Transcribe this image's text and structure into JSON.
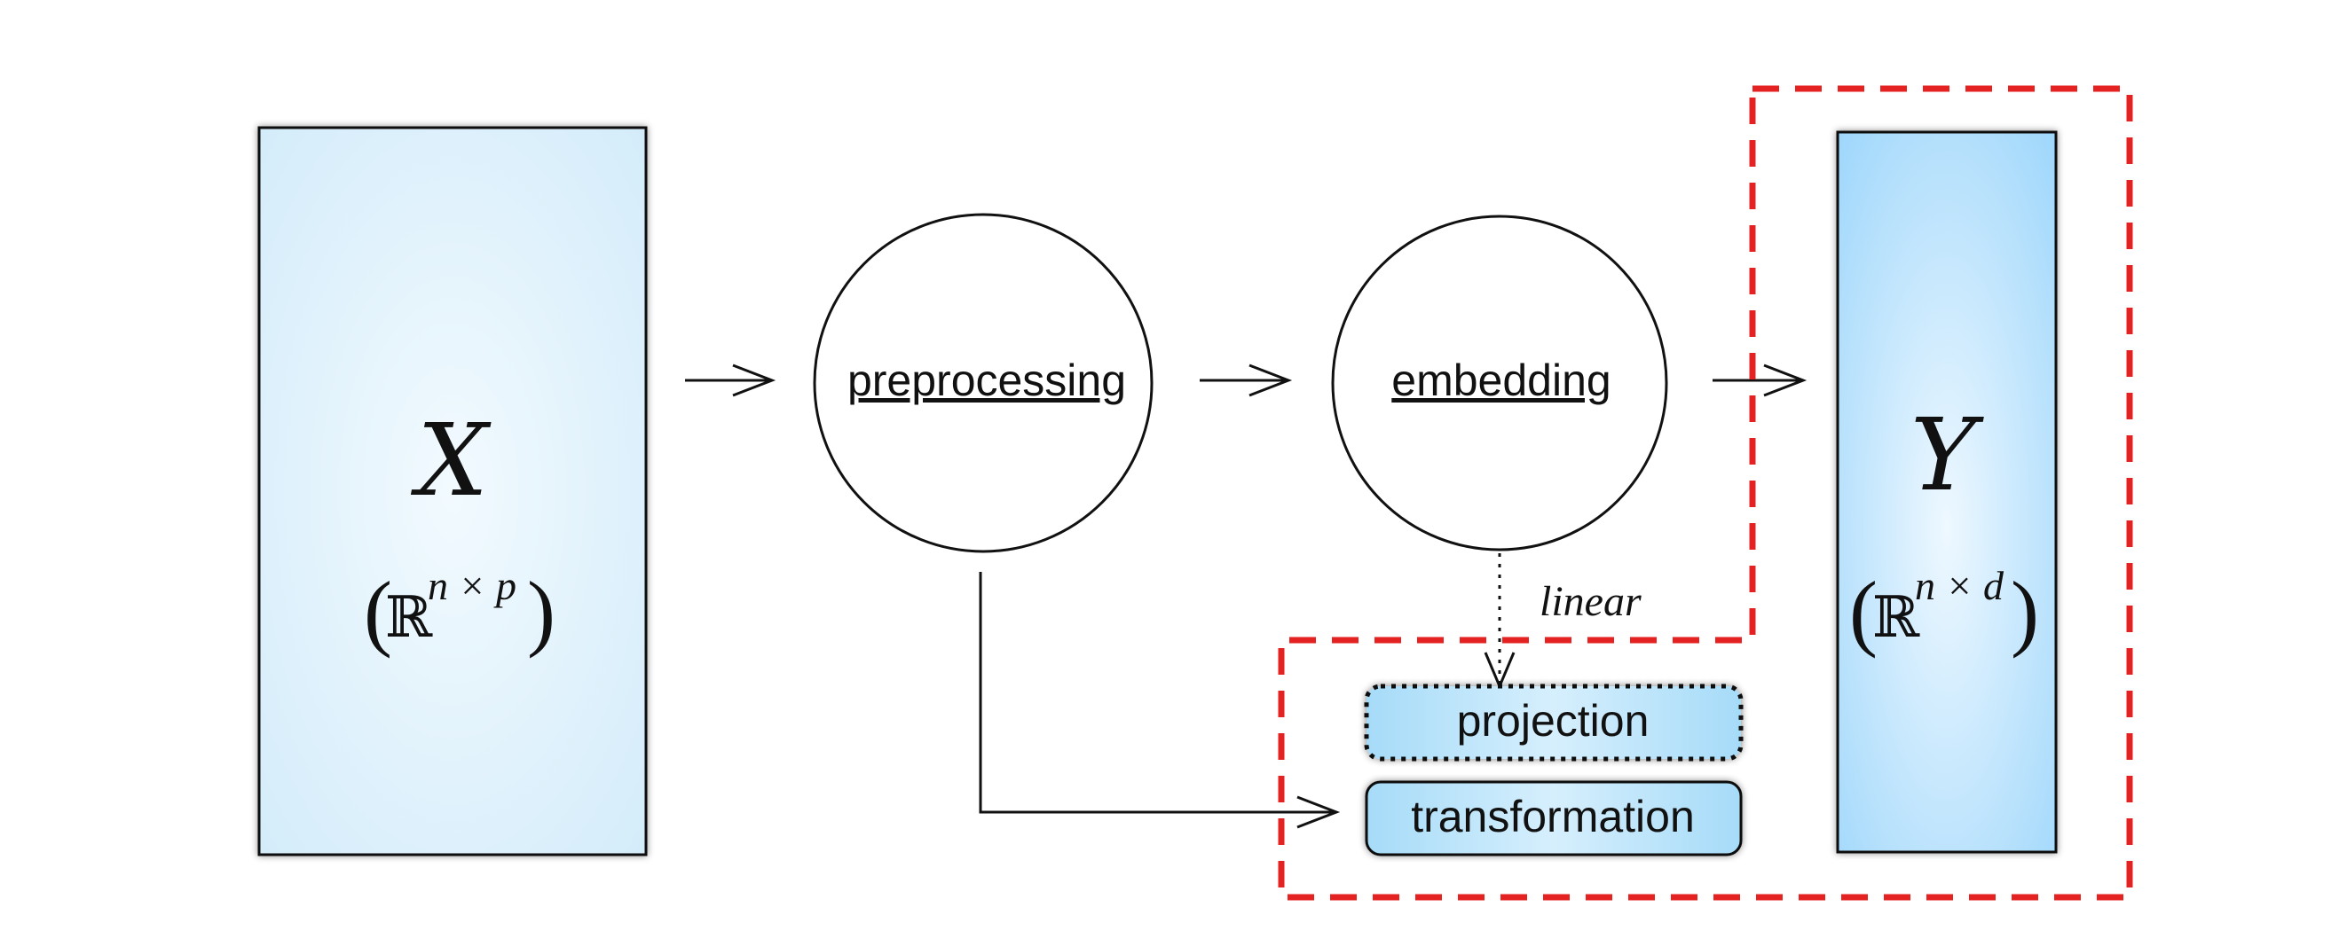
{
  "nodes": {
    "input_matrix": {
      "symbol": "X",
      "space_letter": "ℝ",
      "space_exponent": "n × p",
      "open_paren": "(",
      "close_paren": ")"
    },
    "preprocessing": {
      "label": "preprocessing"
    },
    "embedding": {
      "label": "embedding"
    },
    "output_matrix": {
      "symbol": "Y",
      "space_letter": "ℝ",
      "space_exponent": "n × d",
      "open_paren": "(",
      "close_paren": ")"
    },
    "projection": {
      "label": "projection"
    },
    "transformation": {
      "label": "transformation"
    }
  },
  "edges": {
    "embedding_to_projection": {
      "label": "linear"
    }
  },
  "colors": {
    "input_fill": "#d6eefb",
    "output_fill": "#aadcfa",
    "box_fill": "#a9dcf8",
    "highlight_dash": "#e52222",
    "stroke": "#111111"
  }
}
